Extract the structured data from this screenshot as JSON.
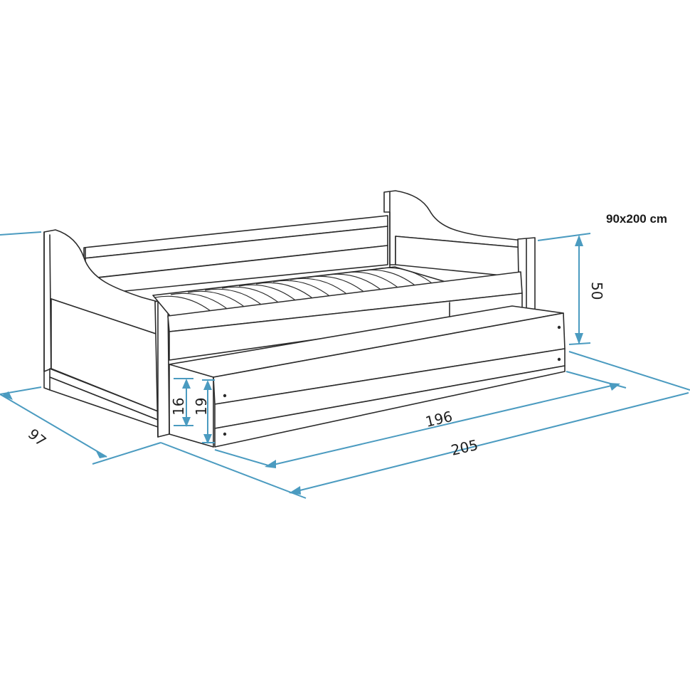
{
  "diagram": {
    "size_label": "90x200 cm",
    "dimensions": {
      "depth": "97",
      "height": "50",
      "drawer_inner_height": "16",
      "drawer_height": "19",
      "drawer_length": "196",
      "total_length": "205"
    },
    "colors": {
      "outline": "#2b2b2b",
      "dimension": "#4b9bc0"
    }
  }
}
